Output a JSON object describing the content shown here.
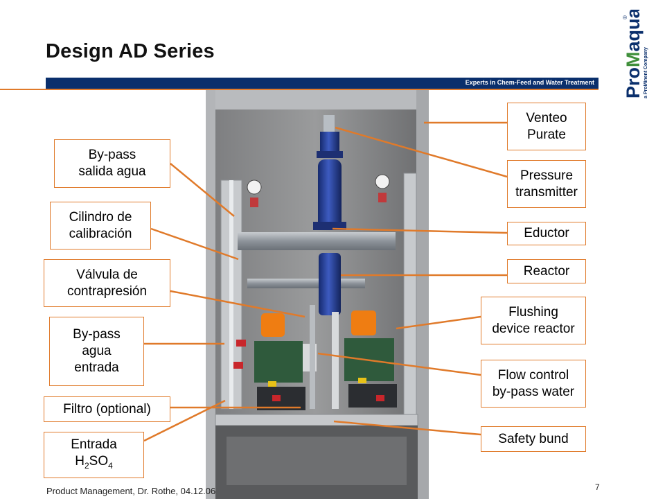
{
  "title": "Design AD Series",
  "banner_text": "Experts in Chem-Feed and Water Treatment",
  "logo": {
    "brand": "ProMaqua",
    "registered": "®",
    "tagline": "a ProMinent Company"
  },
  "labels": {
    "bypass_salida": "By-pass\nsalida agua",
    "cilindro": "Cilindro de\ncalibración",
    "valvula": "Válvula de\ncontrapresión",
    "bypass_entrada": "By-pass\nagua\nentrada",
    "filtro": "Filtro (optional)",
    "entrada_line1": "Entrada",
    "entrada_h": "H",
    "entrada_sub2": "2",
    "entrada_so": "SO",
    "entrada_sub4": "4",
    "venteo": "Venteo\nPurate",
    "pressure": "Pressure\ntransmitter",
    "eductor": "Eductor",
    "reactor": "Reactor",
    "flushing": "Flushing\ndevice reactor",
    "flow_control": "Flow control\nby-pass water",
    "safety_bund": "Safety bund"
  },
  "footer": "Product Management, Dr. Rothe, 04.12.06",
  "page_number": "7",
  "colors": {
    "accent": "#e07a2a",
    "banner": "#0a2f6c",
    "brand_green": "#3f8f3a"
  }
}
